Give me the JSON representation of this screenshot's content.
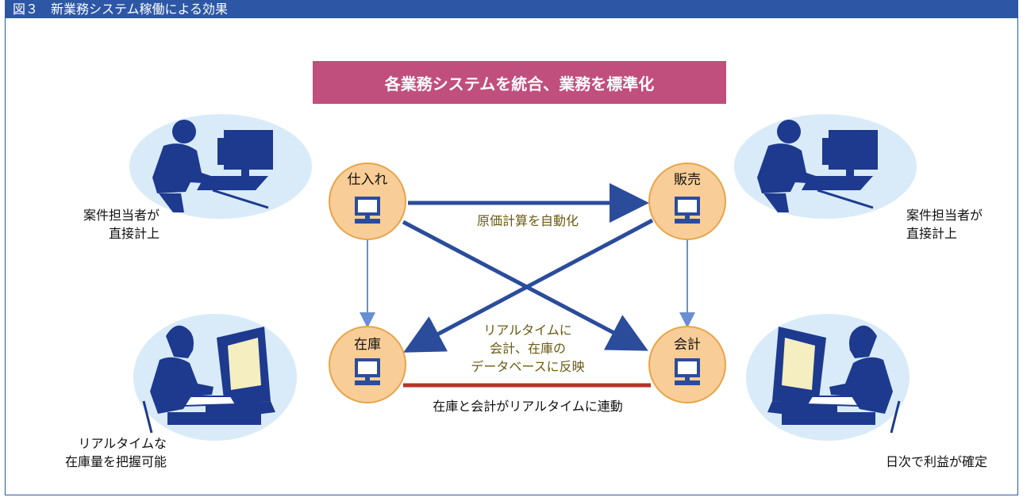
{
  "figure": {
    "title": "図３　新業務システム稼働による効果",
    "banner": "各業務システムを統合、業務を標準化"
  },
  "nodes": {
    "purchase": "仕入れ",
    "sales": "販売",
    "inventory": "在庫",
    "accounting": "会計"
  },
  "edge_labels": {
    "cost_calc": "原価計算を自動化",
    "realtime_line1": "リアルタイムに",
    "realtime_line2": "会計、在庫の",
    "realtime_line3": "データベースに反映",
    "link": "在庫と会計がリアルタイムに連動"
  },
  "people": {
    "top_left_line1": "案件担当者が",
    "top_left_line2": "直接計上",
    "top_right_line1": "案件担当者が",
    "top_right_line2": "直接計上",
    "bottom_left_line1": "リアルタイムな",
    "bottom_left_line2": "在庫量を把握可能",
    "bottom_right": "日次で利益が確定"
  },
  "colors": {
    "header": "#2d57a5",
    "banner": "#c04f7e",
    "node_fill": "#f9cd97",
    "node_stroke": "#e7a44b",
    "arrow": "#2b4c9b",
    "arrow_light": "#6a8fd0",
    "link_line": "#b83227",
    "person": "#1d3a8f",
    "person_bg": "#d9ebf8"
  }
}
